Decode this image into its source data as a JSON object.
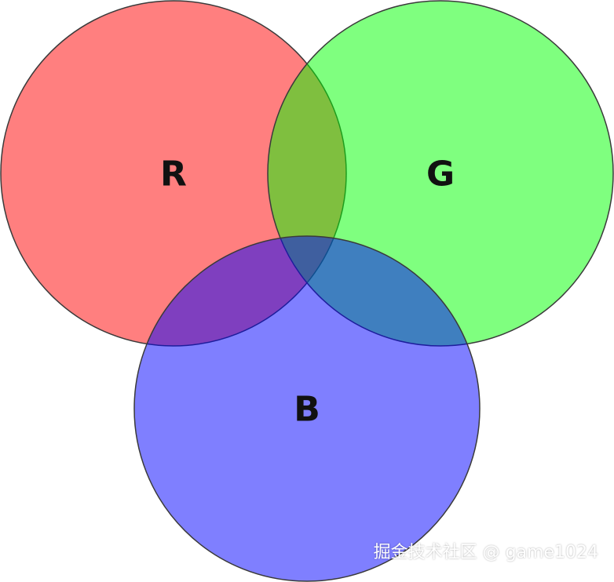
{
  "diagram": {
    "type": "venn",
    "circles": [
      {
        "key": "red",
        "label": "R",
        "color": "#ff0000",
        "opacity": 0.5
      },
      {
        "key": "green",
        "label": "G",
        "color": "#00ff00",
        "opacity": 0.5
      },
      {
        "key": "blue",
        "label": "B",
        "color": "#0000ff",
        "opacity": 0.5
      }
    ],
    "stroke_color": "#3a3a3a"
  },
  "watermark": {
    "text": "掘金技术社区 @ game1024"
  }
}
